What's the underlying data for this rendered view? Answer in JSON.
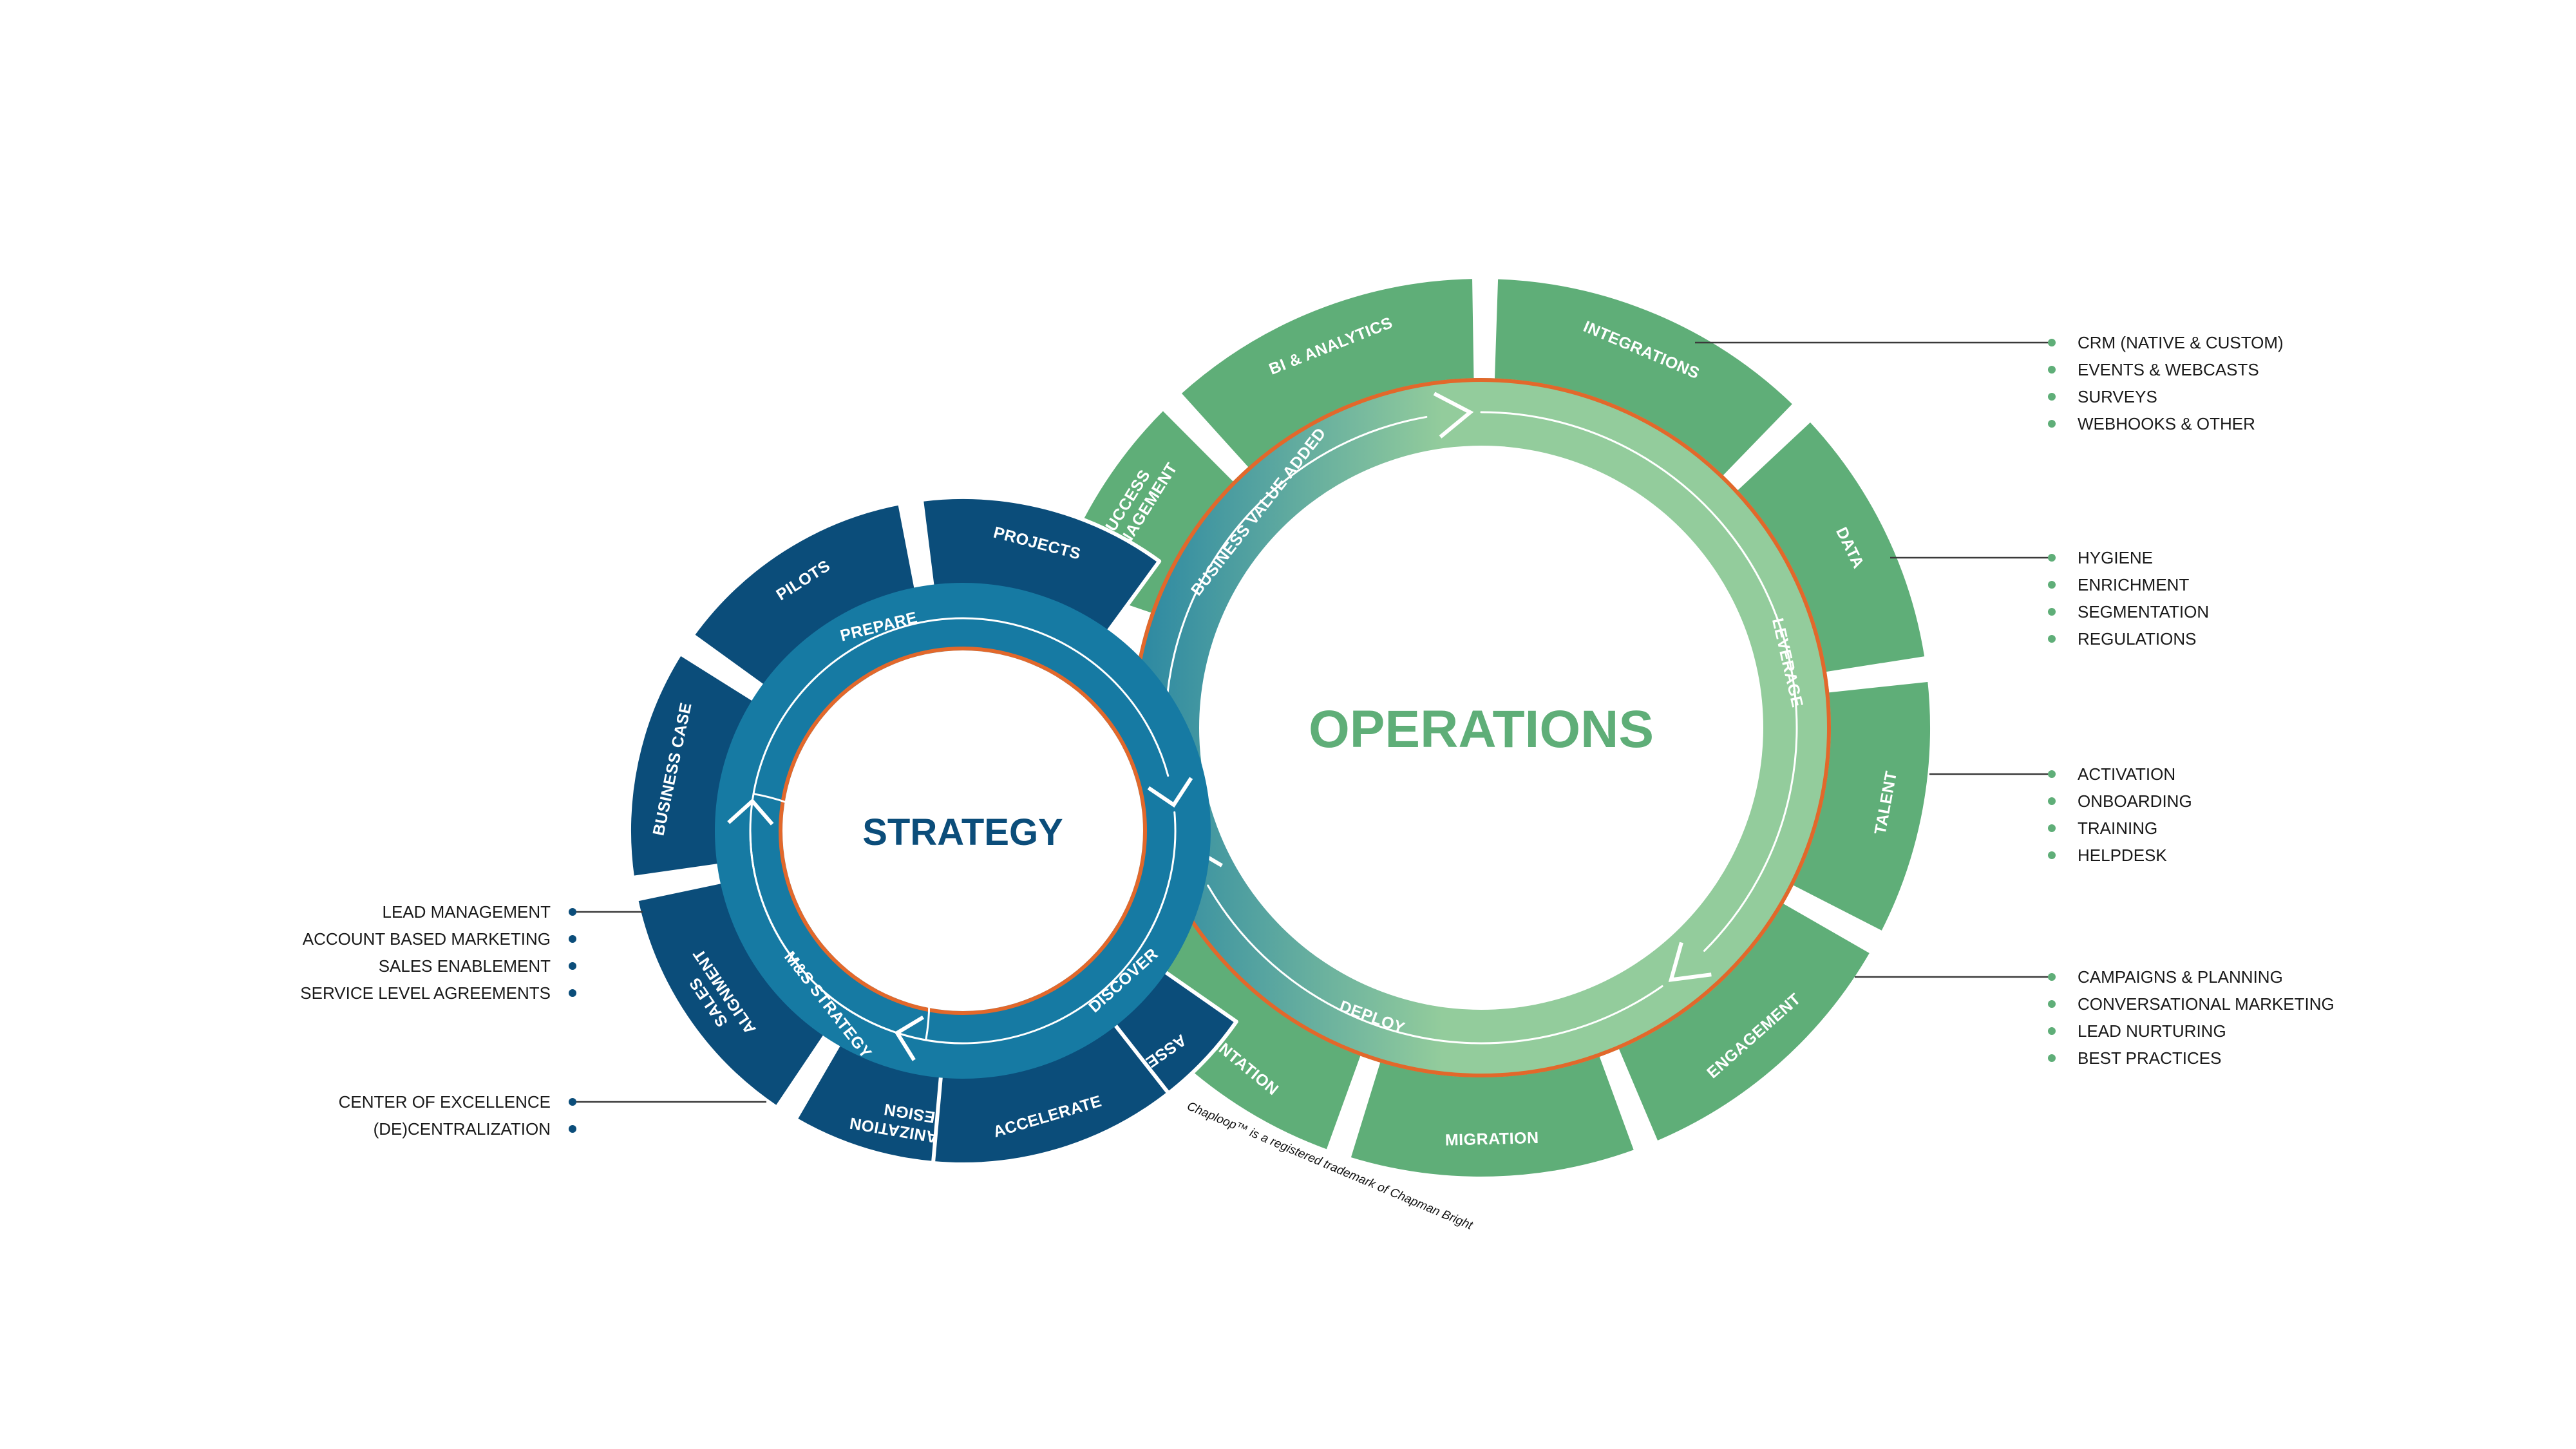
{
  "colors": {
    "strategy_dark": "#0b4d7a",
    "strategy_ring": "#167aa3",
    "operations_segment": "#5fae78",
    "operations_ring": "#93cc9c",
    "orange_ring": "#e2682b",
    "strategy_title": "#0b4d7a",
    "operations_title": "#5fae78",
    "bullet_blue": "#0b4d7a",
    "bullet_green": "#5fae78",
    "leader_line": "#3a3a3a"
  },
  "strategy": {
    "title": "STRATEGY",
    "segments": [
      "PROJECTS",
      "PILOTS",
      "BUSINESS CASE",
      "SALES ALIGNMENT",
      "ORGANIZATION DESIGN",
      "ASSESSMENTS",
      "ACCELERATE"
    ],
    "ring_labels": [
      "PREPARE",
      "M&S STRATEGY",
      "DISCOVER"
    ],
    "callouts": [
      {
        "items": [
          "LEAD MANAGEMENT",
          "ACCOUNT BASED MARKETING",
          "SALES ENABLEMENT",
          "SERVICE LEVEL AGREEMENTS"
        ]
      },
      {
        "items": [
          "CENTER OF EXCELLENCE",
          "(DE)CENTRALIZATION"
        ]
      }
    ]
  },
  "operations": {
    "title": "OPERATIONS",
    "segments": [
      "INTEGRATIONS",
      "DATA",
      "TALENT",
      "ENGAGEMENT",
      "MIGRATION",
      "IMPLEMENTATION",
      "SUCCESS MANAGEMENT",
      "BI & ANALYTICS"
    ],
    "ring_labels": [
      "BUSINESS VALUE ADDED",
      "LEVERAGE",
      "DEPLOY"
    ],
    "callouts": [
      {
        "items": [
          "CRM (NATIVE & CUSTOM)",
          "EVENTS & WEBCASTS",
          "SURVEYS",
          "WEBHOOKS & OTHER"
        ]
      },
      {
        "items": [
          "HYGIENE",
          "ENRICHMENT",
          "SEGMENTATION",
          "REGULATIONS"
        ]
      },
      {
        "items": [
          "ACTIVATION",
          "ONBOARDING",
          "TRAINING",
          "HELPDESK"
        ]
      },
      {
        "items": [
          "CAMPAIGNS & PLANNING",
          "CONVERSATIONAL MARKETING",
          "LEAD NURTURING",
          "BEST PRACTICES"
        ]
      }
    ]
  },
  "trademark": "Chaploop™ is a registered trademark of Chapman Bright"
}
